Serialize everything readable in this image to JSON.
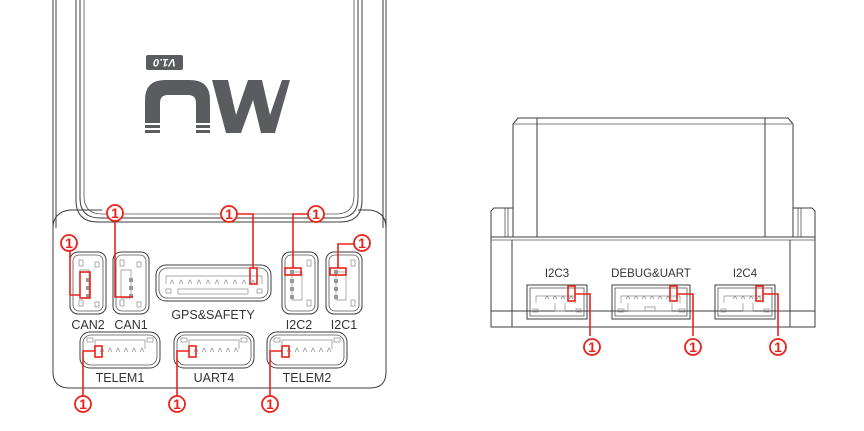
{
  "logo": {
    "brand_text": "MU",
    "version": "V1.0"
  },
  "pin_marker": "1",
  "colors": {
    "marker": "#e8231b",
    "outline": "#3c3c3c",
    "logo": "#5b5c60"
  },
  "top_view": {
    "ports": [
      {
        "label": "CAN2"
      },
      {
        "label": "CAN1"
      },
      {
        "label": "GPS&SAFETY"
      },
      {
        "label": "I2C2"
      },
      {
        "label": "I2C1"
      },
      {
        "label": "TELEM1"
      },
      {
        "label": "UART4"
      },
      {
        "label": "TELEM2"
      }
    ]
  },
  "side_view": {
    "ports": [
      {
        "label": "I2C3"
      },
      {
        "label": "DEBUG&UART"
      },
      {
        "label": "I2C4"
      }
    ]
  }
}
